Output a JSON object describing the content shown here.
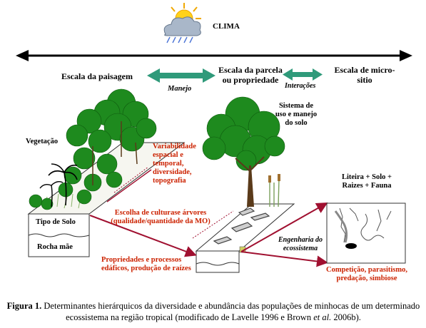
{
  "colors": {
    "green_arrow": "#2f9a7a",
    "red_text": "#cc2200",
    "red_arrow": "#a01030",
    "tree_green": "#1e8a1e",
    "trunk": "#5a3a1a"
  },
  "icons": [
    "sun-cloud-rain-icon"
  ],
  "climate_label": "CLIMA",
  "scales": {
    "landscape": "Escala da paisagem",
    "plot_line1": "Escala da parcela",
    "plot_line2": "ou propriedade",
    "micro_line1": "Escala de micro-",
    "micro_line2": "sitio"
  },
  "arrow_labels": {
    "manejo": "Manejo",
    "interacoes": "Interações"
  },
  "labels": {
    "vegetacao": "Vegetação",
    "system_line1": "Sistema de",
    "system_line2": "uso e manejo",
    "system_line3": "do solo",
    "litter_line1": "Liteira + Solo +",
    "litter_line2": "Raizes + Fauna",
    "tipo_solo": "Tipo de Solo",
    "rocha_mae": "Rocha mãe",
    "engenharia_line1": "Engenharia do",
    "engenharia_line2": "ecossistema"
  },
  "red_labels": {
    "variability_line1": "Variabilidade",
    "variability_line2": "espacial e",
    "variability_line3": "temporal,",
    "variability_line4": "diversidade,",
    "variability_line5": "topografia",
    "crops_line1": "Escolha de culturase árvores",
    "crops_line2": "(qualidade/quantidade da MO)",
    "props_line1": "Propriedades e processos",
    "props_line2": "edáficos, produção de raízes",
    "competition_line1": "Competição, parasitismo,",
    "competition_line2": "predação, simbiose"
  },
  "caption": {
    "figure_label": "Figura 1.",
    "text_part1": " Determinantes hierárquicos da diversidade e abundância das populações de minhocas de um determinado ecossistema na região tropical (modificado de Lavelle 1996 e Brown ",
    "et_al": "et al.",
    "text_part2": " 2006b)."
  }
}
